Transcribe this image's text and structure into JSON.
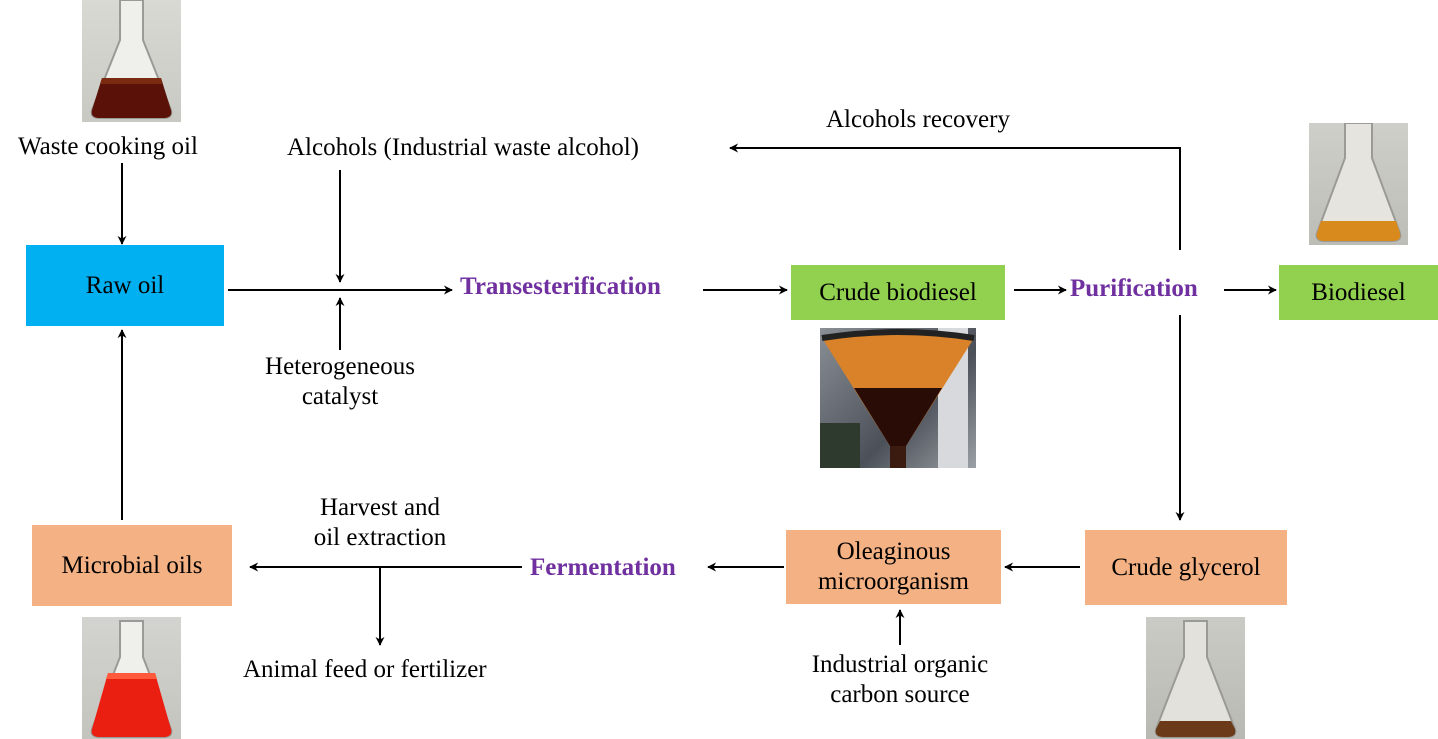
{
  "nodes": {
    "raw_oil": "Raw oil",
    "crude_biodiesel": "Crude biodiesel",
    "biodiesel": "Biodiesel",
    "crude_glycerol": "Crude glycerol",
    "oleaginous_line1": "Oleaginous",
    "oleaginous_line2": "microorganism",
    "microbial_oils": "Microbial oils"
  },
  "processes": {
    "transesterification": "Transesterification",
    "purification": "Purification",
    "fermentation": "Fermentation"
  },
  "labels": {
    "waste_cooking_oil": "Waste cooking oil",
    "alcohols": "Alcohols (Industrial waste alcohol)",
    "alcohols_recovery": "Alcohols recovery",
    "catalyst_line1": "Heterogeneous",
    "catalyst_line2": "catalyst",
    "harvest_line1": "Harvest and",
    "harvest_line2": "oil extraction",
    "animal_feed": "Animal feed or fertilizer",
    "carbon_line1": "Industrial organic",
    "carbon_line2": "carbon source"
  },
  "colors": {
    "raw_oil_box": "#00b0f0",
    "biodiesel_boxes": "#92d050",
    "microbial_boxes": "#f4b183",
    "process_text": "#7030a0",
    "arrows": "#000000"
  }
}
